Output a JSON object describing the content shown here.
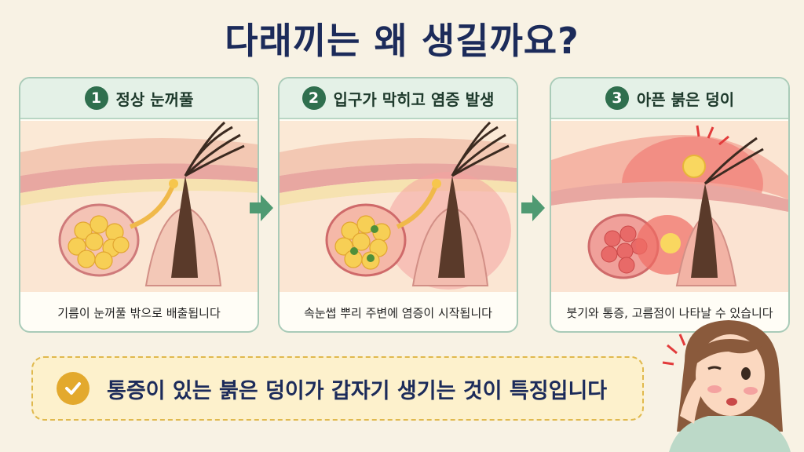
{
  "title": "다래끼는 왜 생길까요?",
  "panels": [
    {
      "num": "1",
      "heading": "정상 눈꺼풀",
      "caption": "기름이 눈꺼풀 밖으로 배출됩니다"
    },
    {
      "num": "2",
      "heading": "입구가 막히고 염증 발생",
      "caption": "속눈썹 뿌리 주변에 염증이 시작됩니다"
    },
    {
      "num": "3",
      "heading": "아픈 붉은 덩이",
      "caption": "붓기와 통증, 고름점이 나타날 수 있습니다"
    }
  ],
  "banner": {
    "text": "통증이 있는 붉은 덩이가 갑자기 생기는 것이 특징입니다"
  },
  "colors": {
    "title": "#1c2b5a",
    "panel_border": "#a9cbb8",
    "number_badge": "#2f6f4e",
    "arrow": "#4f9a72",
    "banner_bg": "#fdf1cc",
    "check": "#e3a92d"
  },
  "icons": [
    "arrow-right-icon",
    "check-icon"
  ]
}
